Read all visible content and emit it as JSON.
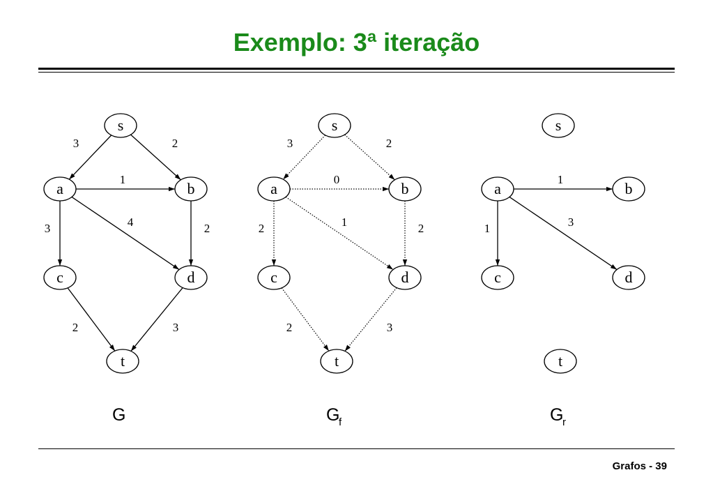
{
  "title": "Exemplo: 3ª iteração",
  "footer": "Grafos - 39",
  "graphs": [
    {
      "name": "G",
      "sub": "",
      "dotted": false,
      "nodes": [
        "s",
        "a",
        "b",
        "c",
        "d",
        "t"
      ],
      "edges": [
        {
          "from": "s",
          "to": "a",
          "label": "3"
        },
        {
          "from": "s",
          "to": "b",
          "label": "2"
        },
        {
          "from": "a",
          "to": "b",
          "label": "1"
        },
        {
          "from": "a",
          "to": "c",
          "label": "3"
        },
        {
          "from": "a",
          "to": "d",
          "label": "4"
        },
        {
          "from": "b",
          "to": "d",
          "label": "2"
        },
        {
          "from": "c",
          "to": "t",
          "label": "2"
        },
        {
          "from": "d",
          "to": "t",
          "label": "3"
        }
      ]
    },
    {
      "name": "G",
      "sub": "f",
      "dotted": true,
      "nodes": [
        "s",
        "a",
        "b",
        "c",
        "d",
        "t"
      ],
      "edges": [
        {
          "from": "s",
          "to": "a",
          "label": "3"
        },
        {
          "from": "s",
          "to": "b",
          "label": "2"
        },
        {
          "from": "a",
          "to": "b",
          "label": "0"
        },
        {
          "from": "a",
          "to": "c",
          "label": "2"
        },
        {
          "from": "a",
          "to": "d",
          "label": "1"
        },
        {
          "from": "b",
          "to": "d",
          "label": "2"
        },
        {
          "from": "c",
          "to": "t",
          "label": "2"
        },
        {
          "from": "d",
          "to": "t",
          "label": "3"
        }
      ]
    },
    {
      "name": "G",
      "sub": "r",
      "dotted": false,
      "nodes": [
        "s",
        "a",
        "b",
        "c",
        "d",
        "t"
      ],
      "edges": [
        {
          "from": "a",
          "to": "b",
          "label": "1"
        },
        {
          "from": "a",
          "to": "c",
          "label": "1"
        },
        {
          "from": "a",
          "to": "d",
          "label": "3"
        }
      ]
    }
  ]
}
